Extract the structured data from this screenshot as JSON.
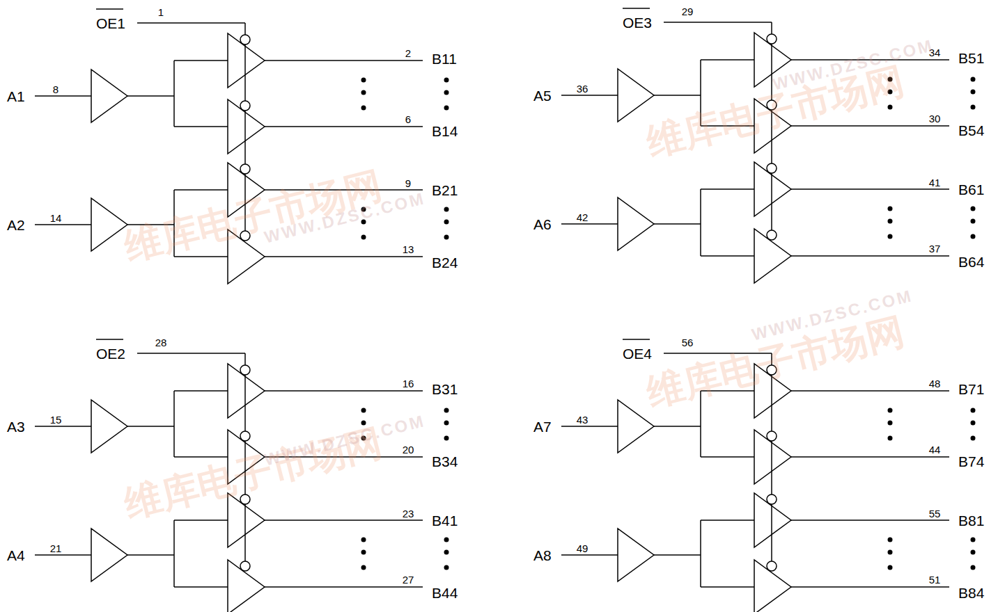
{
  "diagram": {
    "labels": [
      "OE1",
      "1",
      "A1",
      "8",
      "2",
      "B11",
      "6",
      "B14",
      "A2",
      "14",
      "9",
      "B21",
      "13",
      "B24",
      "OE2",
      "28",
      "A3",
      "15",
      "16",
      "B31",
      "20",
      "B34",
      "A4",
      "21",
      "23",
      "B41",
      "27",
      "B44",
      "OE3",
      "29",
      "A5",
      "36",
      "34",
      "B51",
      "30",
      "B54",
      "A6",
      "42",
      "41",
      "B61",
      "37",
      "B64",
      "OE4",
      "56",
      "A7",
      "43",
      "48",
      "B71",
      "44",
      "B74",
      "A8",
      "49",
      "55",
      "B81",
      "51",
      "B84",
      "维库电子市场网",
      "WWW.DZSC.COM",
      "维库电子市场网",
      "WWW.DZSC.COM",
      "维库电子市场网",
      "WWW.DZSC.COM",
      "维库电子市场网",
      "WWW.DZSC.COM"
    ]
  }
}
